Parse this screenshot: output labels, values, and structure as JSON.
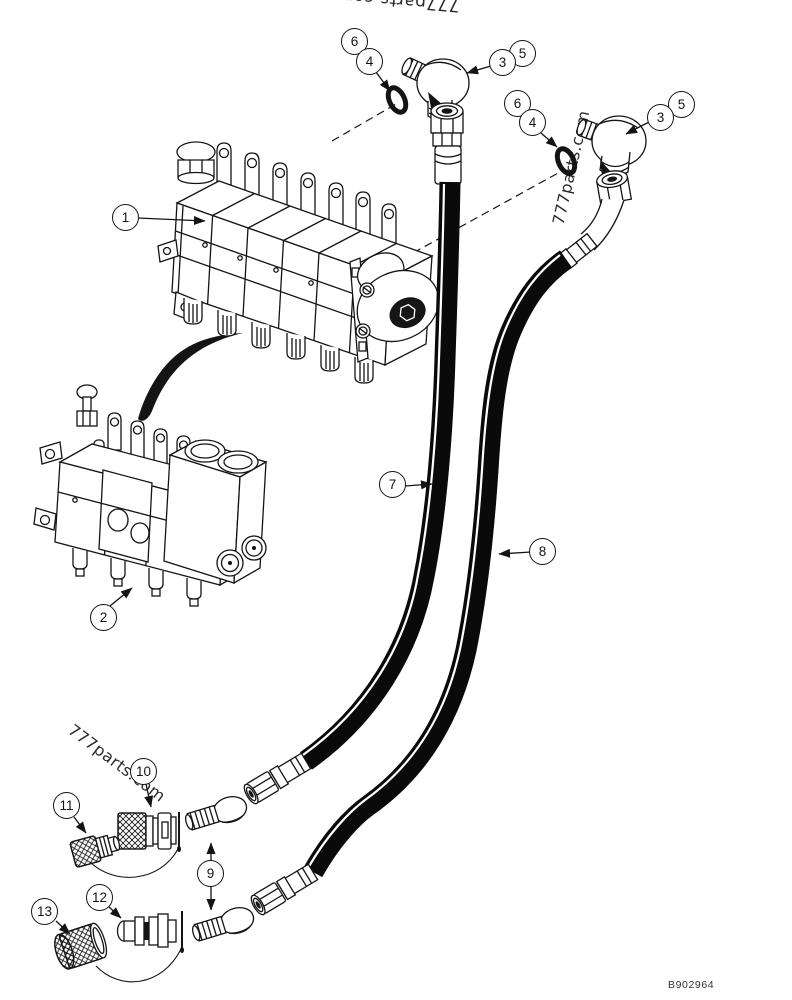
{
  "figure": {
    "watermark_text": "777parts.com",
    "footer_code": "B902964"
  },
  "colors": {
    "ink": "#141414",
    "background": "#ffffff",
    "watermark": "#2b2b2b"
  },
  "callouts": {
    "c1": {
      "label": "1"
    },
    "c2": {
      "label": "2"
    },
    "c3a": {
      "label": "3"
    },
    "c5a": {
      "label": "5"
    },
    "c6a": {
      "label": "6"
    },
    "c4a": {
      "label": "4"
    },
    "c6b": {
      "label": "6"
    },
    "c4b": {
      "label": "4"
    },
    "c3b": {
      "label": "3"
    },
    "c5b": {
      "label": "5"
    },
    "c7": {
      "label": "7"
    },
    "c8": {
      "label": "8"
    },
    "c9": {
      "label": "9"
    },
    "c10": {
      "label": "10"
    },
    "c11": {
      "label": "11"
    },
    "c12": {
      "label": "12"
    },
    "c13": {
      "label": "13"
    }
  }
}
